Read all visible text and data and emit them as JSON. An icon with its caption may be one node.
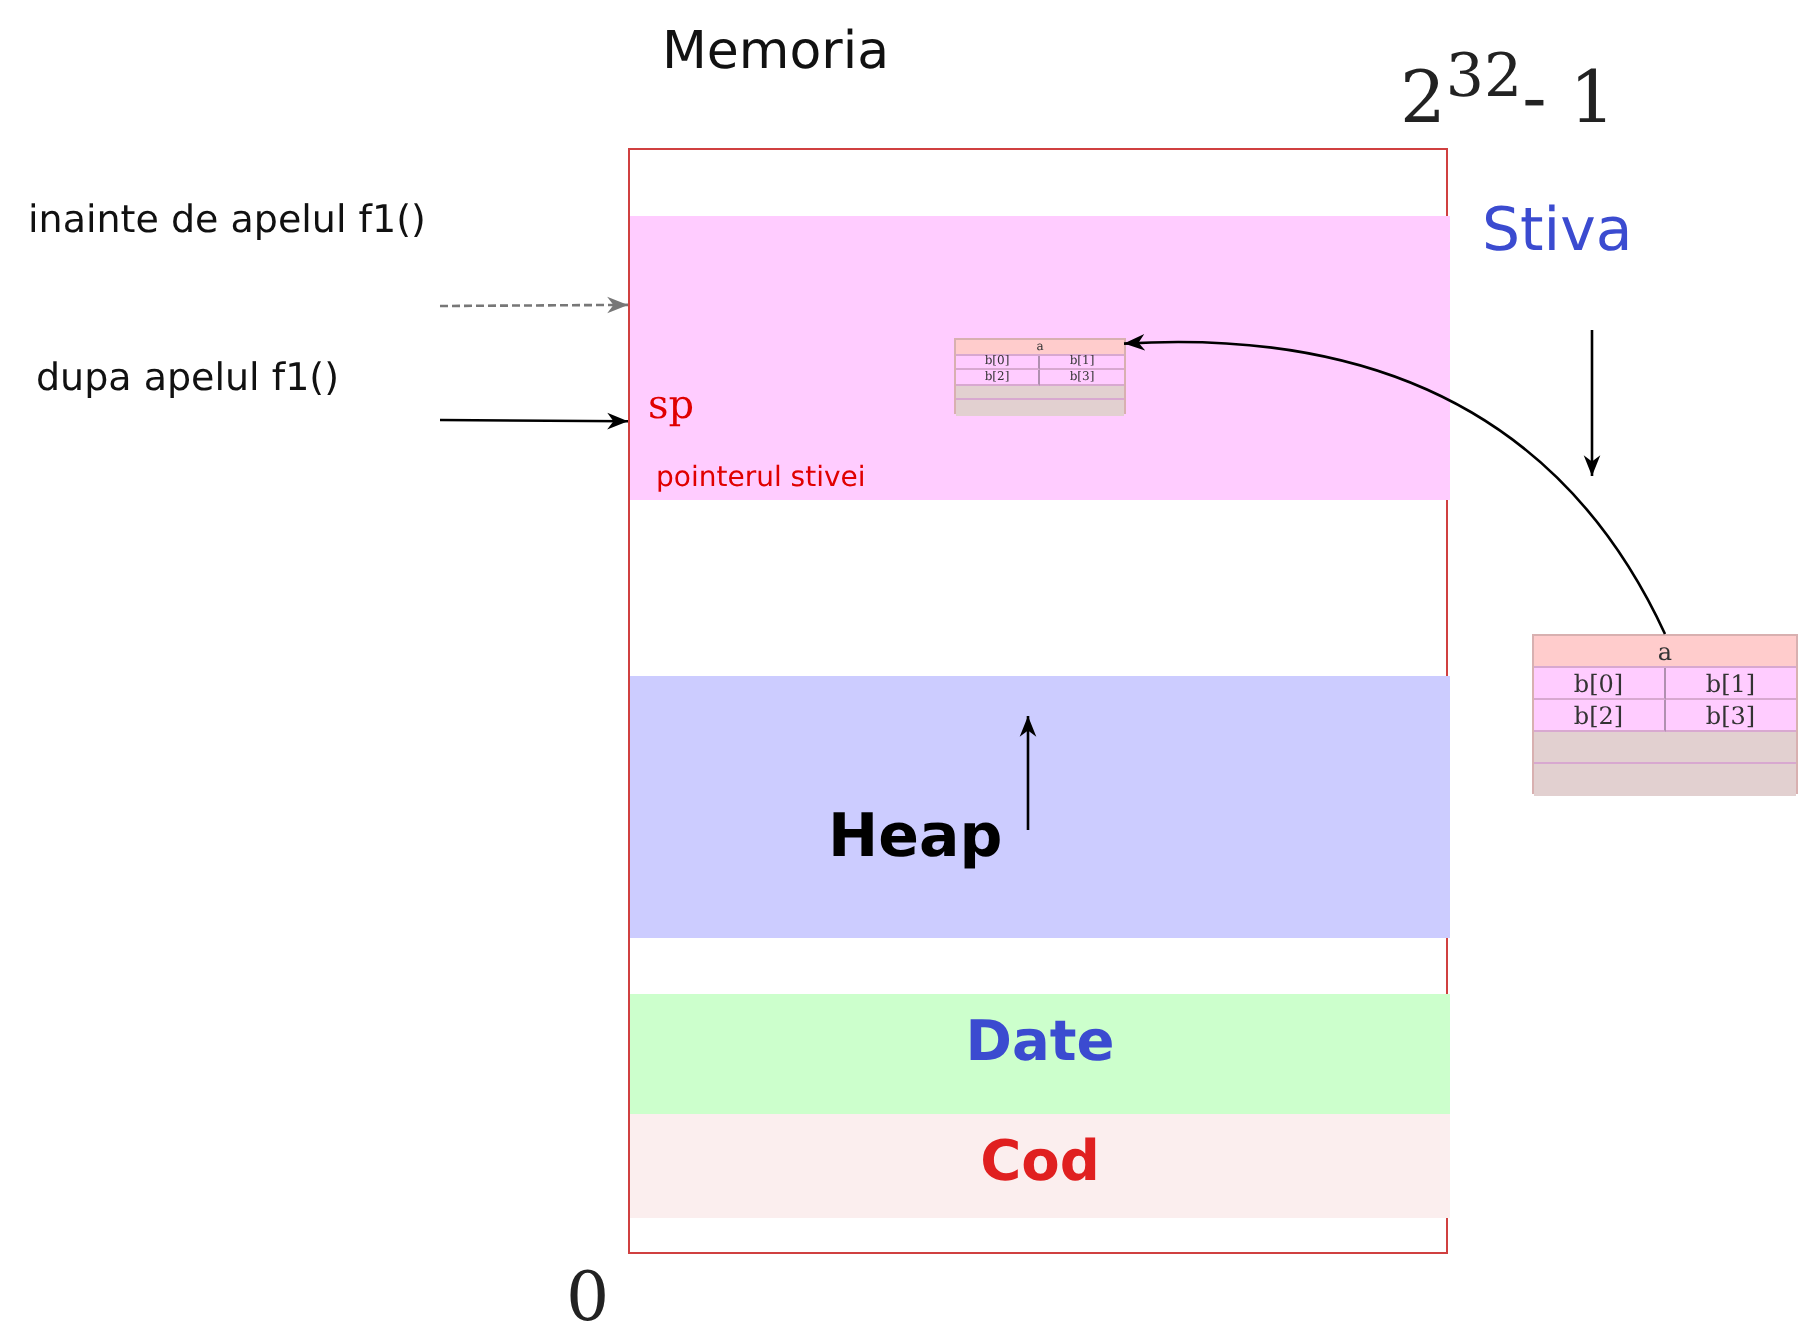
{
  "diagram": {
    "nodes": [
      {
        "text": [
          "Memoria"
        ]
      },
      {
        "text": [
          "sp",
          "pointerul stivei"
        ],
        "in": 0
      },
      {
        "text": [
          "a",
          "b[0]",
          "b[1]",
          "b[2]",
          "b[3]"
        ],
        "in": 1
      },
      {
        "text": [
          "Heap"
        ],
        "in": 0
      },
      {
        "text": [
          "Date"
        ],
        "in": 0
      },
      {
        "text": [
          "Cod"
        ],
        "in": 0
      },
      {
        "text": [
          "a",
          "b[0]",
          "b[1]",
          "b[2]",
          "b[3]"
        ]
      }
    ],
    "edges": [
      {
        "from": null,
        "to": 1,
        "arrow": "to",
        "style": "dashed",
        "color": "#777777"
      },
      {
        "from": null,
        "to": 1,
        "arrow": "to"
      },
      {
        "from": 6,
        "to": 2,
        "arrow": "to"
      }
    ],
    "labels": [
      "2$^{32}$- 1",
      "inainte de apelul f1()",
      "Stiva",
      "dupa apelul f1()",
      "0"
    ]
  }
}
